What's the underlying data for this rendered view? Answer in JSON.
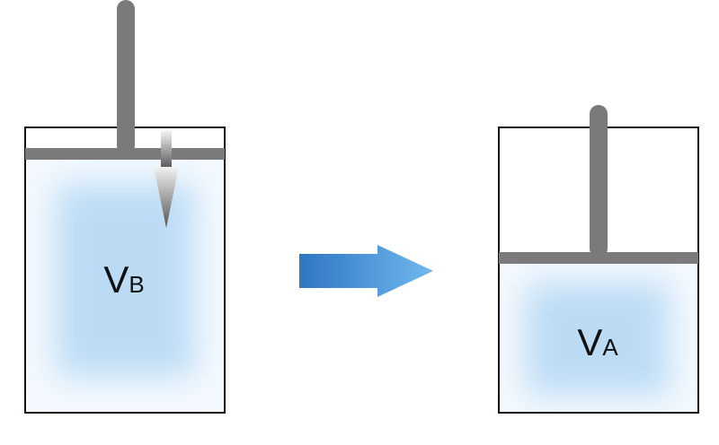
{
  "diagram": {
    "before": {
      "label_main": "V",
      "label_sub": "B"
    },
    "after": {
      "label_main": "V",
      "label_sub": "A"
    }
  },
  "colors": {
    "outline": "#111111",
    "piston": "#7a7a7a",
    "gas_fill": "#a9d2f2",
    "transition_arrow_start": "#2f76c2",
    "transition_arrow_end": "#6fb8ee",
    "push_arrow_top": "#f2f2f2",
    "push_arrow_bottom": "#555555"
  }
}
